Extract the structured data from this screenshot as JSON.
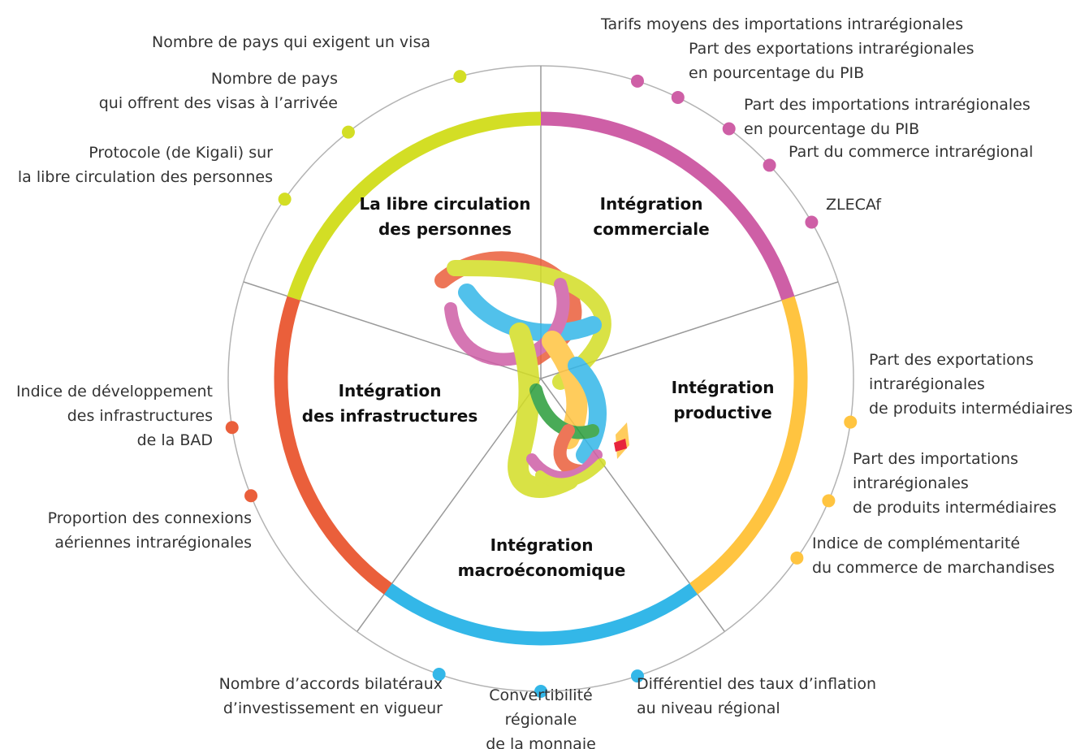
{
  "colors": {
    "trade": "#CE5FA6",
    "productive": "#FFC440",
    "macro": "#33B7E8",
    "infrastructure": "#EA5F3B",
    "people": "#D3DE25",
    "divider": "#9a9a9a",
    "outer_ring": "#b3b3b3"
  },
  "center_icon": "africa-map-logo",
  "dimensions": {
    "people": {
      "line1": "La libre circulation",
      "line2": "des personnes"
    },
    "trade": {
      "line1": "Intégration",
      "line2": "commerciale"
    },
    "productive": {
      "line1": "Intégration",
      "line2": "productive"
    },
    "infrastructure": {
      "line1": "Intégration",
      "line2": "des infrastructures"
    },
    "macro": {
      "line1": "Intégration",
      "line2": "macroéconomique"
    }
  },
  "indicators": {
    "trade": [
      {
        "lines": [
          "Tarifs moyens des importations intrarégionales"
        ]
      },
      {
        "lines": [
          "Part des exportations intrarégionales",
          "en pourcentage du PIB"
        ]
      },
      {
        "lines": [
          "Part des importations intrarégionales",
          "en pourcentage du PIB"
        ]
      },
      {
        "lines": [
          "Part du commerce intrarégional"
        ]
      },
      {
        "lines": [
          "ZLECAf"
        ]
      }
    ],
    "productive": [
      {
        "lines": [
          "Part des exportations",
          "intrarégionales",
          "de produits intermédiaires"
        ]
      },
      {
        "lines": [
          "Part des importations",
          "intrarégionales",
          "de produits intermédiaires"
        ]
      },
      {
        "lines": [
          "Indice de complémentarité",
          "du commerce de marchandises"
        ]
      }
    ],
    "macro": [
      {
        "lines": [
          "Différentiel des taux d’inflation",
          "au niveau régional"
        ]
      },
      {
        "lines": [
          "Convertibilité",
          "régionale",
          "de la monnaie"
        ]
      },
      {
        "lines": [
          "Nombre d’accords bilatéraux",
          "d’investissement en vigueur"
        ]
      }
    ],
    "infrastructure": [
      {
        "lines": [
          "Proportion des connexions",
          "aériennes intrarégionales"
        ]
      },
      {
        "lines": [
          "Indice de développement",
          "des infrastructures",
          "de la BAD"
        ]
      }
    ],
    "people": [
      {
        "lines": [
          "Protocole (de Kigali) sur",
          "la libre circulation des personnes"
        ]
      },
      {
        "lines": [
          "Nombre de pays",
          "qui offrent des visas à l’arrivée"
        ]
      },
      {
        "lines": [
          "Nombre de pays qui exigent un visa"
        ]
      }
    ]
  }
}
